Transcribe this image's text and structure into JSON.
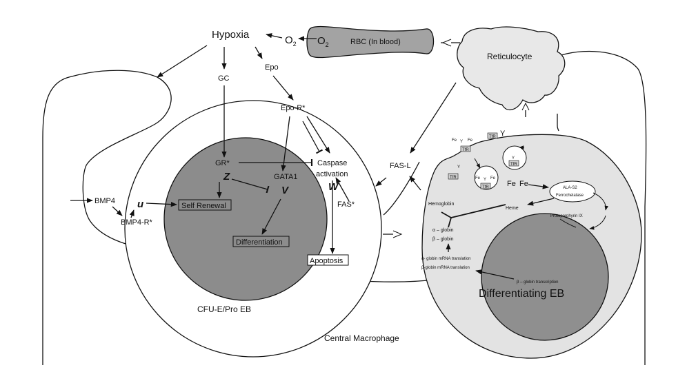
{
  "labels": {
    "hypoxia": "Hypoxia",
    "o2_a": "O",
    "o2_a_sub": "2",
    "o2_b": "O",
    "o2_b_sub": "2",
    "rbc": "RBC (In blood)",
    "reticulocyte": "Reticulocyte",
    "gc": "GC",
    "epo": "Epo",
    "epo_r": "Epo-R*",
    "gr": "GR*",
    "caspase1": "Caspase",
    "caspase2": "activation",
    "gata1": "GATA1",
    "var_z": "Z",
    "var_v": "V",
    "var_w": "W",
    "var_u": "u",
    "self_renewal": "Self Renewal",
    "differentiation": "Differentiation",
    "apoptosis": "Apoptosis",
    "fas": "FAS*",
    "fas_l": "FAS-L",
    "bmp4": "BMP4",
    "bmp4_r": "BMP4-R*",
    "cfu_e": "CFU-E/Pro EB",
    "central_macrophage": "Central Macrophage",
    "differentiating_eb": "Differentiating EB",
    "hemoglobin": "Hemoglobin",
    "alpha_globin": "α – globin",
    "beta_globin": "β – globin",
    "alpha_mrna": "α- globin mRNA translation",
    "beta_mrna": "β-globin mRNA translation",
    "beta_transcription": "β – globin transcription",
    "heme": "Heme",
    "ala_s2": "ALA-S2",
    "ferrochelatase": "Ferrochelatase",
    "protoporphyrin": "Protoporphyrin IX",
    "fe": "Fe",
    "y": "Y",
    "tfr": "TfR"
  },
  "colors": {
    "nucleus": "#8c8c8c",
    "rbc_fill": "#a3a3a3",
    "eb_cell": "#e3e3e3",
    "eb_nucleus": "#8f8f8f",
    "reticulocyte": "#e8e8e8",
    "stroke": "#111111"
  }
}
